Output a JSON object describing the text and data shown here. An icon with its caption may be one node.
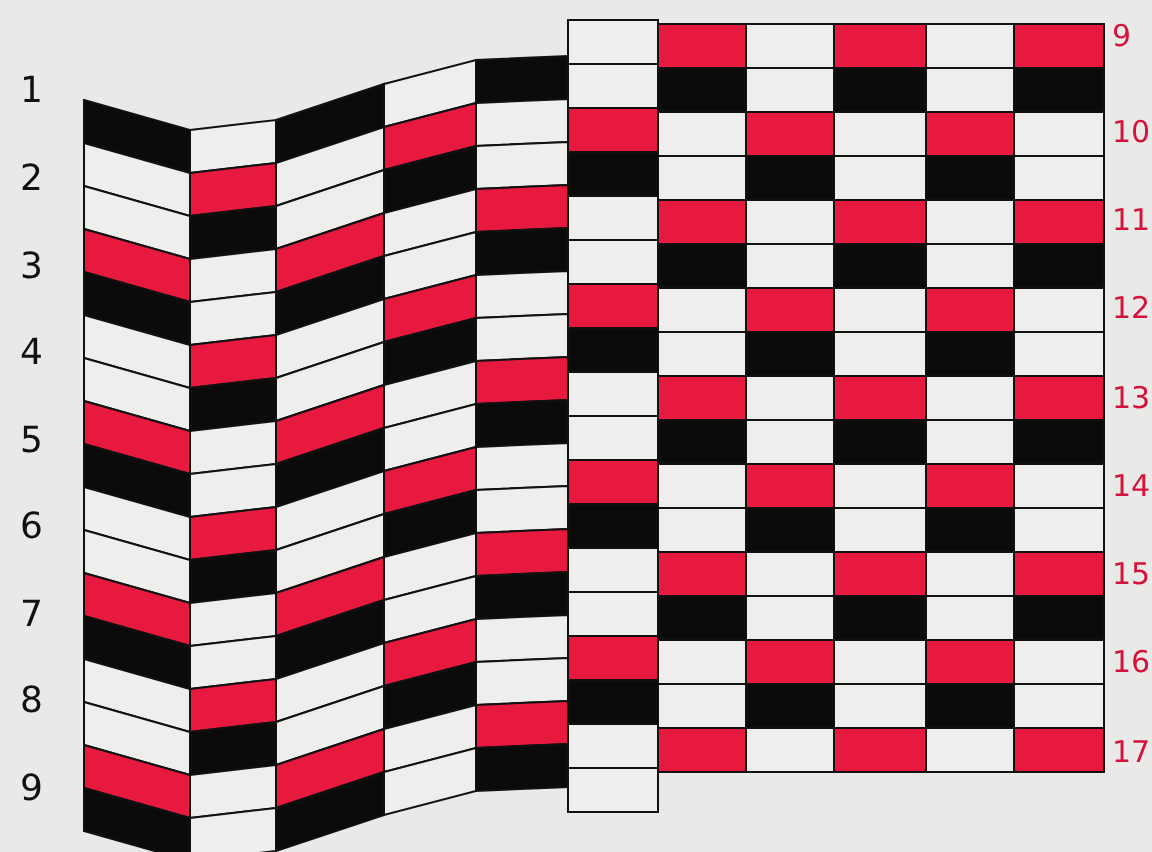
{
  "diagram": {
    "labels": [
      "1",
      "2",
      "3",
      "4",
      "5",
      "6",
      "7",
      "8",
      "9",
      "9",
      "10",
      "11",
      "12",
      "13",
      "14",
      "15",
      "16",
      "17"
    ]
  }
}
